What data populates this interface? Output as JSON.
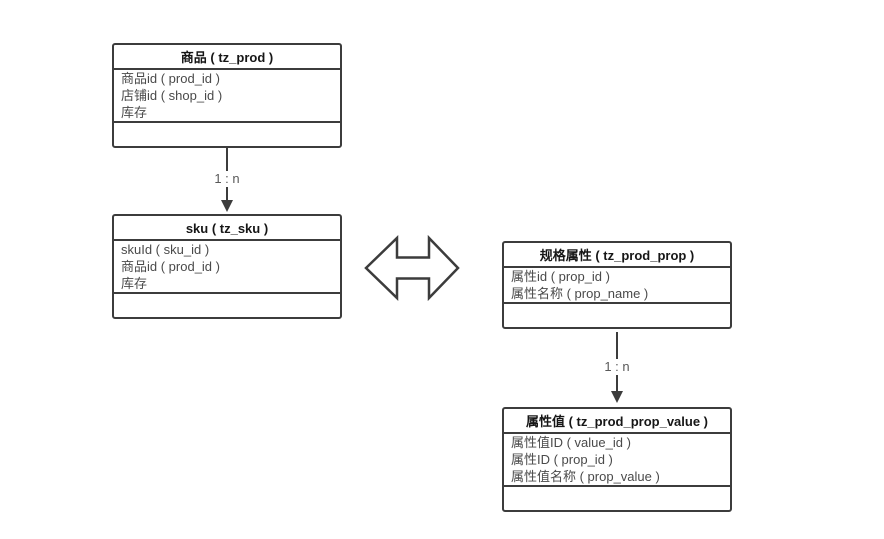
{
  "diagram": {
    "title": "product-sku-property-er-diagram",
    "entities": [
      {
        "id": "prod",
        "title": "商品 ( tz_prod )",
        "fields": [
          "商品id ( prod_id )",
          "店铺id ( shop_id )",
          "库存"
        ]
      },
      {
        "id": "sku",
        "title": "sku ( tz_sku )",
        "fields": [
          "skuId ( sku_id )",
          "商品id ( prod_id )",
          "库存"
        ]
      },
      {
        "id": "prod_prop",
        "title": "规格属性 ( tz_prod_prop )",
        "fields": [
          "属性id ( prop_id )",
          "属性名称 ( prop_name )"
        ]
      },
      {
        "id": "prod_prop_value",
        "title": "属性值 ( tz_prod_prop_value )",
        "fields": [
          "属性值ID ( value_id )",
          "属性ID ( prop_id )",
          "属性值名称 ( prop_value )"
        ]
      }
    ],
    "connectors": [
      {
        "from": "prod",
        "to": "sku",
        "label": "1 : n",
        "style": "solid-arrow-down"
      },
      {
        "from": "prod_prop",
        "to": "prod_prop_value",
        "label": "1 : n",
        "style": "solid-arrow-down"
      }
    ],
    "shapes": [
      {
        "id": "double-arrow",
        "type": "horizontal-double-arrow-outline"
      }
    ],
    "colors": {
      "border": "#3c3c3c",
      "header_text": "#161616",
      "field_text": "#4a4a4a",
      "label_text": "#595959",
      "background": "#ffffff"
    }
  }
}
